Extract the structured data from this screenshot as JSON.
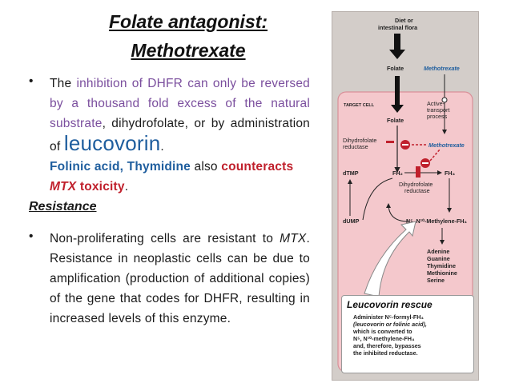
{
  "slide": {
    "title_line1": "Folate antagonist:",
    "title_line2": "Methotrexate",
    "bullet1": {
      "marker": "•",
      "text_1": "The ",
      "text_2": "inhibition of DHFR can only be reversed by a thousand fold excess of the natural substrate",
      "text_3": ", dihydrofolate, or by administration of ",
      "text_4": "leucovorin",
      "text_5": ".",
      "text_6": "Folinic acid, Thymidine",
      "text_7": " also ",
      "text_8": "counteracts",
      "text_9": "MTX",
      "text_10": " toxicity",
      "text_11": "."
    },
    "resistance_heading": "Resistance",
    "bullet2": {
      "marker": "•",
      "text_1": "Non-proliferating cells are resistant to ",
      "text_2": "MTX",
      "text_3": ". Resistance in neoplastic cells can be due to amplification (production of additional copies) of the gene that codes for DHFR, resulting in increased levels of this enzyme."
    }
  },
  "figure": {
    "diet": "Diet or",
    "flora": "intestinal flora",
    "folate_top": "Folate",
    "mtx_top": "Methotrexate",
    "target_cell": "TARGET CELL",
    "folate_cell": "Folate",
    "active": "Active-",
    "transport": "transport",
    "process": "process",
    "dhfr1": "Dihydrofolate",
    "dhfr2": "reductase",
    "mtx_cell": "Methotrexate",
    "dtmp": "dTMP",
    "fh2": "FH₂",
    "fh4": "FH₄",
    "dhfr_mid1": "Dihydrofolate",
    "dhfr_mid2": "reductase",
    "dump": "dUMP",
    "methylene": "N⁵, N¹⁰-Methylene-FH₄",
    "products": [
      "Adenine",
      "Guanine",
      "Thymidine",
      "Methionine",
      "Serine"
    ],
    "rescue_title": "Leucovorin rescue",
    "rescue_lines": [
      "Administer N⁵-formyl-FH₄",
      "(leucovorin or folinic acid),",
      "which is converted to",
      "N⁵, N¹⁰-methylene-FH₄",
      "and, therefore, bypasses",
      "the inhibited reductase."
    ]
  }
}
